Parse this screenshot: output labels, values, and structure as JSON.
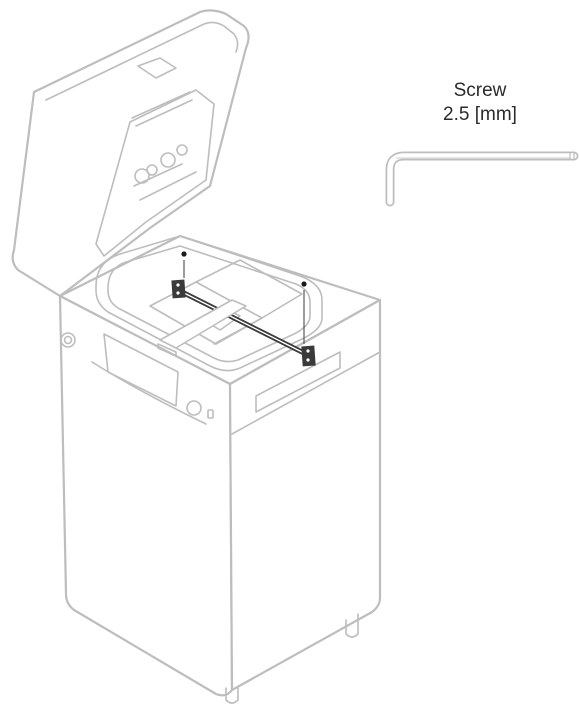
{
  "tool": {
    "name_label": "Screw",
    "size_label": "2.5 [mm]"
  },
  "icons": {
    "tool": "hex-key-icon",
    "printer": "resin-printer-illustration"
  },
  "colors": {
    "outline": "#bdbdbd",
    "bracket": "#3a3a3a",
    "text": "#2b2b2b"
  }
}
